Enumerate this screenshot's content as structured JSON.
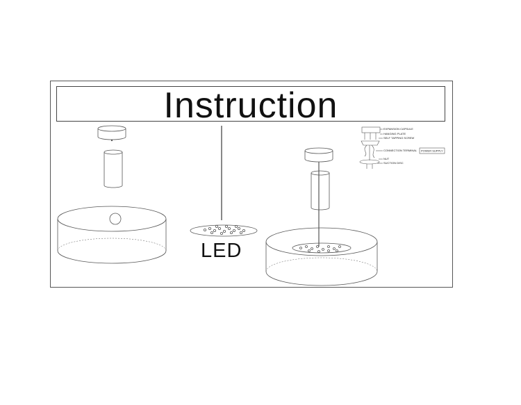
{
  "title": "Instruction",
  "led_label": "LED",
  "wiring": {
    "expansion_capsule": "EXPANSION CAPSULE",
    "hanging_plate": "HANGING PLATE",
    "self_tapping_screw": "SELF TAPPING SCREW",
    "connection_terminal": "CONNECTION TERMINAL",
    "power_supply": "POWER SUPPLY",
    "nut": "NUT",
    "suction_disc": "SUCTION DISC"
  },
  "colors": {
    "line": "#555555",
    "background": "#ffffff"
  }
}
